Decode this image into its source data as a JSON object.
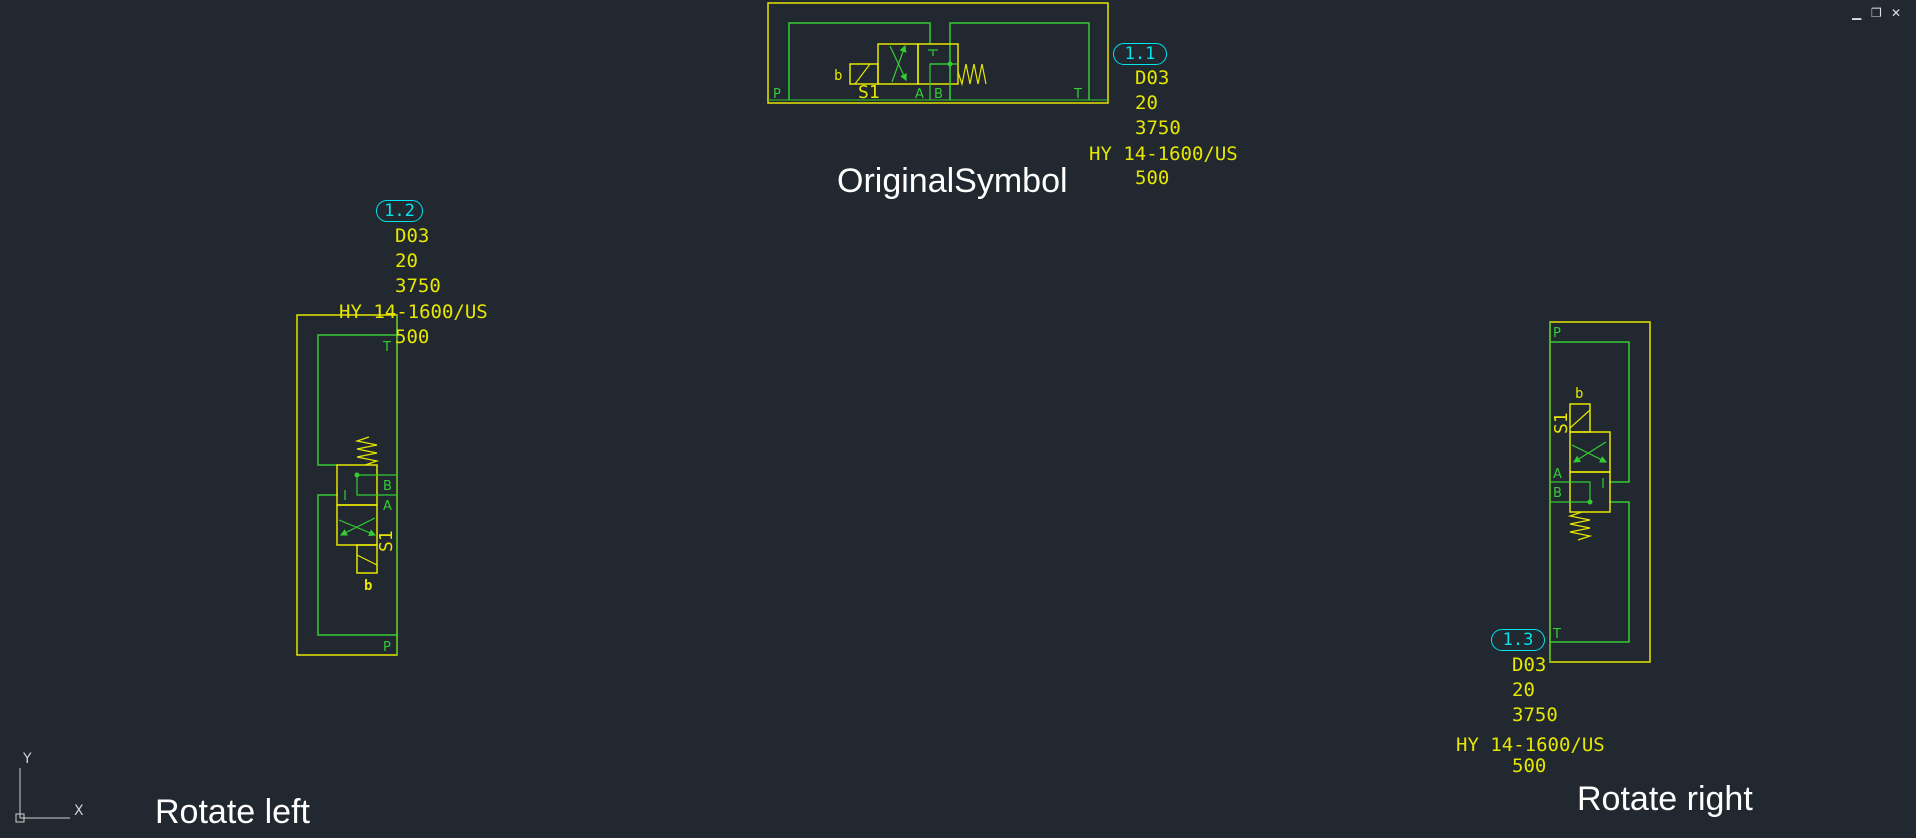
{
  "window_controls": {
    "minimize": "▁",
    "restore": "❐",
    "close": "✕"
  },
  "ucs": {
    "x": "X",
    "y": "Y"
  },
  "captions": {
    "original": "OriginalSymbol",
    "rotate_left": "Rotate left",
    "rotate_right": "Rotate right"
  },
  "symbols": [
    {
      "tag": "1.1",
      "attributes": [
        "D03",
        "20",
        "3750",
        "HY 14-1600/US",
        "500"
      ],
      "ports": {
        "P": "P",
        "T": "T",
        "A": "A",
        "B": "B"
      },
      "solenoid_letter": "b",
      "solenoid_name": "S1"
    },
    {
      "tag": "1.2",
      "attributes": [
        "D03",
        "20",
        "3750",
        "HY 14-1600/US",
        "500"
      ],
      "ports": {
        "P": "P",
        "T": "T",
        "A": "A",
        "B": "B"
      },
      "solenoid_letter": "b",
      "solenoid_name": "S1"
    },
    {
      "tag": "1.3",
      "attributes": [
        "D03",
        "20",
        "3750",
        "HY 14-1600/US",
        "500"
      ],
      "ports": {
        "P": "P",
        "T": "T",
        "A": "A",
        "B": "B"
      },
      "solenoid_letter": "b",
      "solenoid_name": "S1"
    }
  ],
  "colors": {
    "background": "#212830",
    "frame": "#e6e600",
    "line": "#33cc33",
    "tag": "#00e5ee",
    "caption": "#ffffff"
  }
}
